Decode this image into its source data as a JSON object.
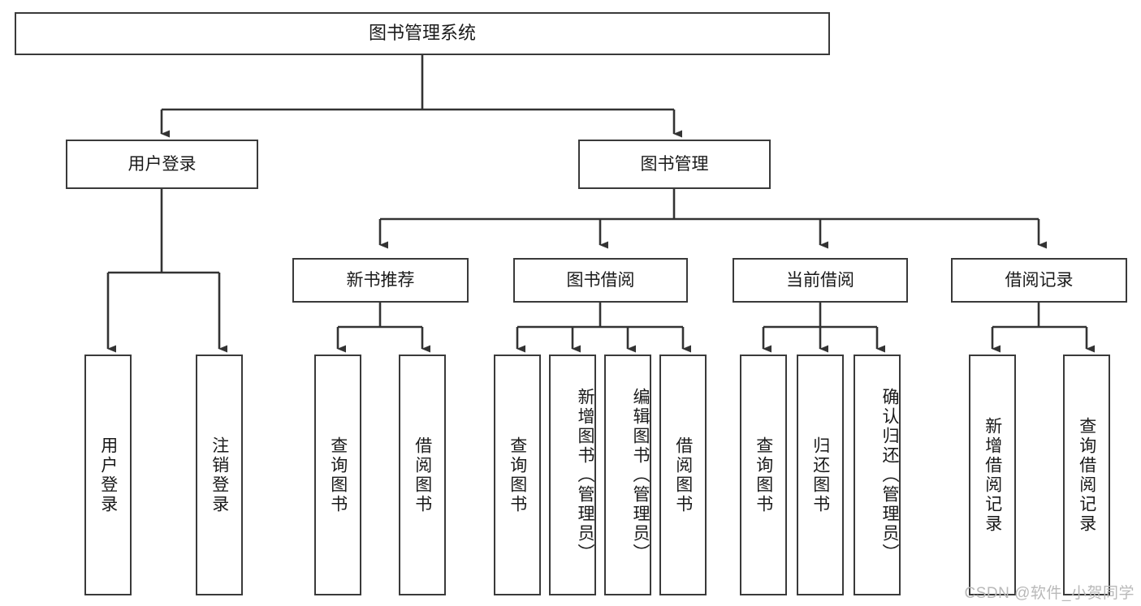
{
  "diagram": {
    "title": "图书管理系统",
    "type": "tree-hierarchy-chart",
    "background_color": "#ffffff",
    "node_border_color": "#3a3a3a",
    "edge_color": "#333333",
    "watermark": "CSDN @软件_小贺同学",
    "nodes": {
      "root": {
        "label": "图书管理系统"
      },
      "level1": [
        {
          "id": "user-login",
          "label": "用户登录"
        },
        {
          "id": "book-management",
          "label": "图书管理"
        }
      ],
      "level1_children": {
        "book-management": [
          {
            "id": "new-book-recommend",
            "label": "新书推荐"
          },
          {
            "id": "book-borrow",
            "label": "图书借阅"
          },
          {
            "id": "current-borrow",
            "label": "当前借阅"
          },
          {
            "id": "borrow-record",
            "label": "借阅记录"
          }
        ]
      },
      "leaves": {
        "user-login": [
          {
            "id": "leaf-user-login",
            "label": "用户登录"
          },
          {
            "id": "leaf-user-logout",
            "label": "注销登录"
          }
        ],
        "new-book-recommend": [
          {
            "id": "leaf-query-book-1",
            "label": "查询图书"
          },
          {
            "id": "leaf-borrow-book-1",
            "label": "借阅图书"
          }
        ],
        "book-borrow": [
          {
            "id": "leaf-query-book-2",
            "label": "查询图书"
          },
          {
            "id": "leaf-add-book",
            "label": "新增图书（管理员）"
          },
          {
            "id": "leaf-edit-book",
            "label": "编辑图书（管理员）"
          },
          {
            "id": "leaf-borrow-book-2",
            "label": "借阅图书"
          }
        ],
        "current-borrow": [
          {
            "id": "leaf-query-book-3",
            "label": "查询图书"
          },
          {
            "id": "leaf-return-book",
            "label": "归还图书"
          },
          {
            "id": "leaf-confirm-return",
            "label": "确认归还（管理员）"
          }
        ],
        "borrow-record": [
          {
            "id": "leaf-add-record",
            "label": "新增借阅记录"
          },
          {
            "id": "leaf-query-record",
            "label": "查询借阅记录"
          }
        ]
      }
    }
  }
}
